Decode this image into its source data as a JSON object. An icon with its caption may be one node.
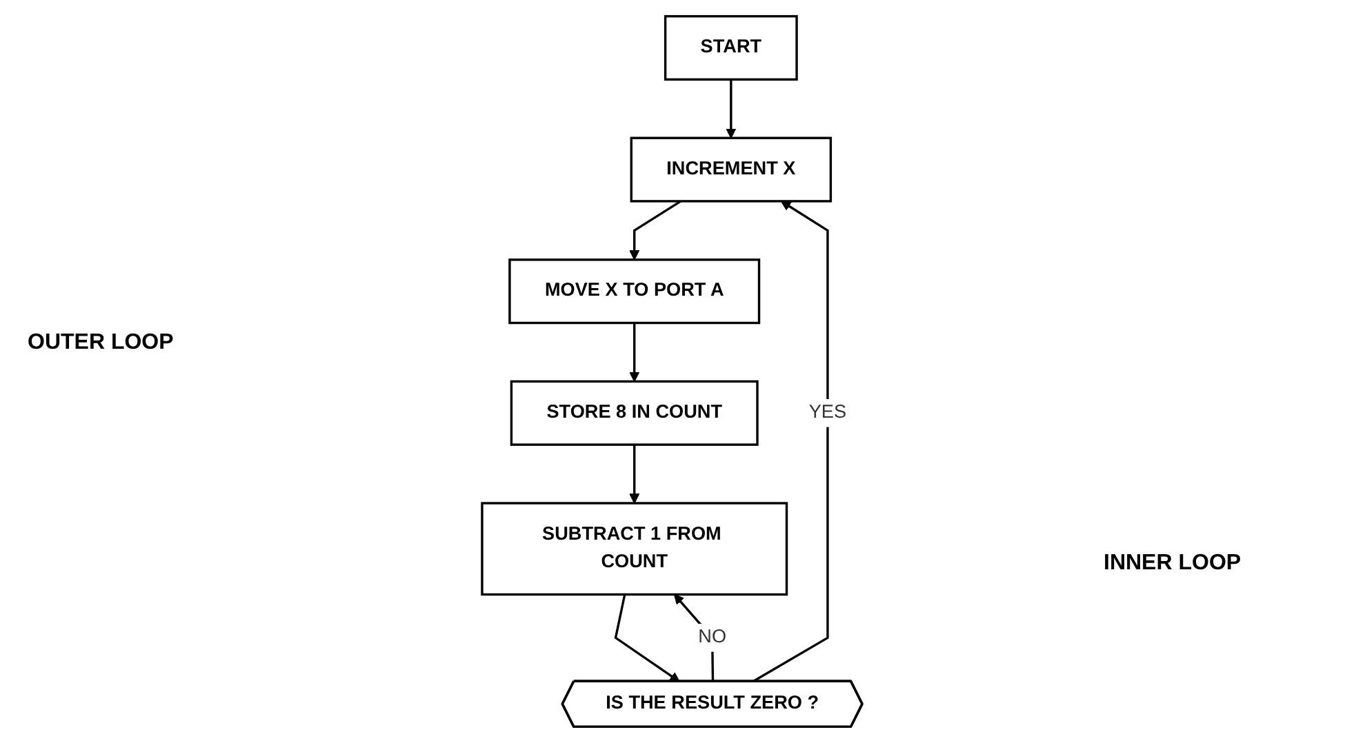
{
  "diagram": {
    "nodes": [
      {
        "text": [
          "START"
        ]
      },
      {
        "text": [
          "INCREMENT X"
        ]
      },
      {
        "text": [
          "MOVE X TO PORT A"
        ]
      },
      {
        "text": [
          "STORE 8 IN COUNT"
        ]
      },
      {
        "text": [
          "SUBTRACT 1 FROM COUNT"
        ]
      },
      {
        "text": [
          "IS THE RESULT ZERO ?"
        ]
      }
    ],
    "edges": [
      {
        "from": 0,
        "to": 1,
        "arrow": "to"
      },
      {
        "from": 1,
        "to": 2,
        "arrow": "to"
      },
      {
        "from": 2,
        "to": 3,
        "arrow": "to"
      },
      {
        "from": 3,
        "to": 4,
        "arrow": "to"
      },
      {
        "from": 4,
        "to": 5,
        "arrow": "to"
      },
      {
        "from": 5,
        "to": 1,
        "label": "YES",
        "arrow": "to"
      },
      {
        "from": 5,
        "to": 4,
        "label": "NO",
        "arrow": "to"
      }
    ],
    "labels": [
      "OUTER LOOP",
      "INNER LOOP"
    ]
  }
}
